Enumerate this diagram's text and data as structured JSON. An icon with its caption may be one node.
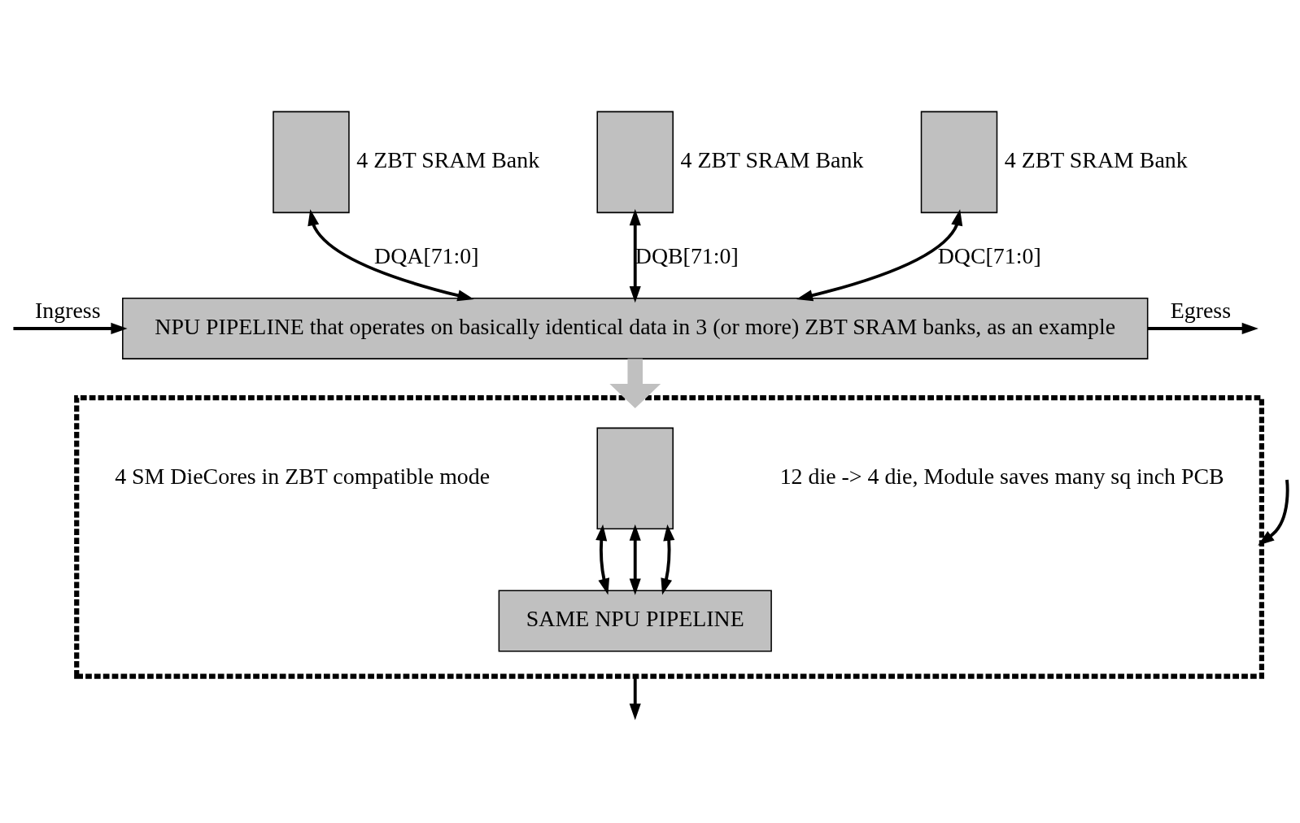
{
  "diagram": {
    "nodes": [
      {
        "text": [],
        "shape": "box",
        "beside": [
          "4 ZBT SRAM Bank"
        ]
      },
      {
        "text": [],
        "shape": "box",
        "beside": [
          "4 ZBT SRAM Bank"
        ]
      },
      {
        "text": [],
        "shape": "box",
        "beside": [
          "4 ZBT SRAM Bank"
        ]
      },
      {
        "text": [
          "NPU PIPELINE that operates on basically identical data in 3 (or more) ZBT SRAM banks, as an example"
        ]
      },
      {
        "text": [],
        "shape": "box"
      },
      {
        "text": [],
        "shape": "box",
        "in": 4
      },
      {
        "text": [
          "SAME NPU PIPELINE"
        ],
        "in": 4
      }
    ],
    "edges": [
      {
        "from": 0,
        "to": 3,
        "arrow": "both",
        "label": "DQA[71:0]"
      },
      {
        "from": 1,
        "to": 3,
        "arrow": "both",
        "label": "DQB[71:0]"
      },
      {
        "from": 2,
        "to": 3,
        "arrow": "both",
        "label": "DQC[71:0]"
      },
      {
        "from": null,
        "to": 3,
        "arrow": "to",
        "label": "Ingress"
      },
      {
        "from": 3,
        "to": null,
        "arrow": "to",
        "label": "Egress"
      },
      {
        "from": 3,
        "to": 4,
        "arrow": "to",
        "style": "thick",
        "color": "#c0c0c0"
      },
      {
        "from": 5,
        "to": 6,
        "arrow": "both"
      },
      {
        "from": 5,
        "to": 6,
        "arrow": "both"
      },
      {
        "from": 5,
        "to": 6,
        "arrow": "both"
      },
      {
        "from": null,
        "to": 4,
        "arrow": "to"
      },
      {
        "from": 4,
        "to": null,
        "arrow": "to"
      }
    ],
    "labels": [
      "4 SM DieCores in ZBT compatible mode",
      "12 die -> 4 die, Module saves many sq inch PCB"
    ]
  }
}
